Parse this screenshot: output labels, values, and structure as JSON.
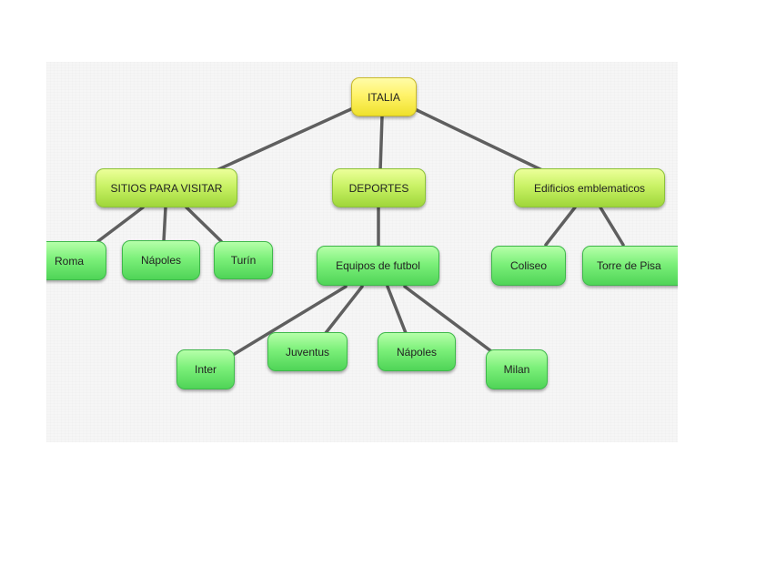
{
  "map": {
    "root": "ITALIA",
    "branches": {
      "sitios": "SITIOS PARA VISITAR",
      "deportes": "DEPORTES",
      "edificios": "Edificios emblematicos"
    },
    "sitios_children": {
      "roma": "Roma",
      "napoles": "Nápoles",
      "turin": "Turín"
    },
    "deportes_children": {
      "equipos": "Equipos de futbol"
    },
    "equipos_children": {
      "inter": "Inter",
      "juventus": "Juventus",
      "napoles": "Nápoles",
      "milan": "Milan"
    },
    "edificios_children": {
      "coliseo": "Coliseo",
      "torre": "Torre de Pisa"
    },
    "colors": {
      "root": "#fff36a",
      "branch": "#c9f265",
      "leaf": "#7cf07a",
      "connector": "#5f5f5f"
    }
  }
}
